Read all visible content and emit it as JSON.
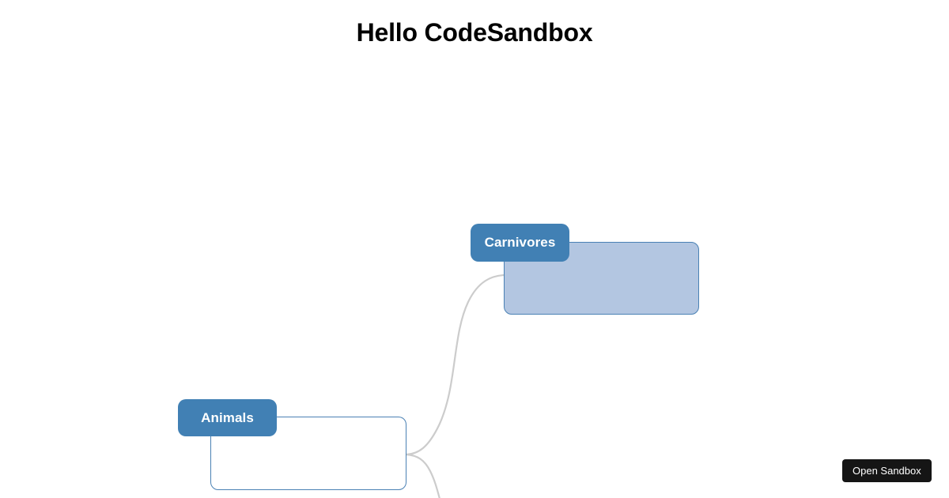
{
  "page": {
    "title": "Hello CodeSandbox",
    "background_color": "#ffffff"
  },
  "mindmap": {
    "edge_color": "#cccccc",
    "node_accent_color": "#4180b4",
    "node_fill_color": "#b3c6e1",
    "node_border_color": "#4a81b4",
    "nodes": [
      {
        "id": "animals",
        "label": "Animals",
        "filled": false
      },
      {
        "id": "carnivores",
        "label": "Carnivores",
        "filled": true
      }
    ]
  },
  "footer": {
    "open_sandbox_label": "Open Sandbox"
  }
}
